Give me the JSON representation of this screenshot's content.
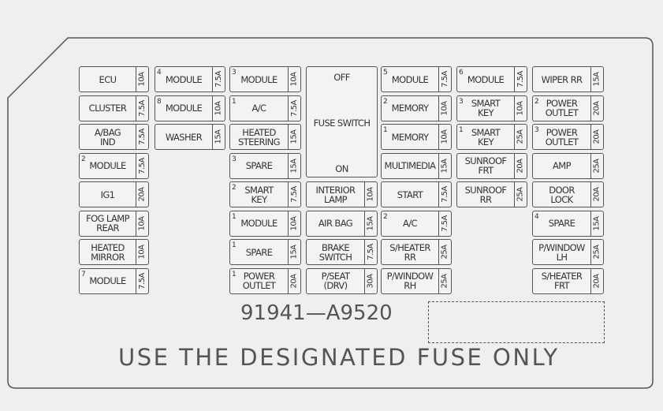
{
  "fuse_switch": {
    "off": "OFF",
    "title": "FUSE SWITCH",
    "on": "ON"
  },
  "fuses": [
    {
      "col": 0,
      "row": 0,
      "sup": "",
      "lines": [
        "ECU"
      ],
      "rating": "10A"
    },
    {
      "col": 0,
      "row": 1,
      "sup": "",
      "lines": [
        "CLUSTER"
      ],
      "rating": "7.5A"
    },
    {
      "col": 0,
      "row": 2,
      "sup": "",
      "lines": [
        "A/BAG",
        "IND"
      ],
      "rating": "7.5A"
    },
    {
      "col": 0,
      "row": 3,
      "sup": "2",
      "lines": [
        "MODULE"
      ],
      "rating": "7.5A"
    },
    {
      "col": 0,
      "row": 4,
      "sup": "",
      "lines": [
        "IG1"
      ],
      "rating": "20A"
    },
    {
      "col": 0,
      "row": 5,
      "sup": "",
      "lines": [
        "FOG LAMP",
        "REAR"
      ],
      "rating": "10A"
    },
    {
      "col": 0,
      "row": 6,
      "sup": "",
      "lines": [
        "HEATED",
        "MIRROR"
      ],
      "rating": "10A"
    },
    {
      "col": 0,
      "row": 7,
      "sup": "7",
      "lines": [
        "MODULE"
      ],
      "rating": "7.5A"
    },
    {
      "col": 1,
      "row": 0,
      "sup": "4",
      "lines": [
        "MODULE"
      ],
      "rating": "7.5A"
    },
    {
      "col": 1,
      "row": 1,
      "sup": "8",
      "lines": [
        "MODULE"
      ],
      "rating": "10A"
    },
    {
      "col": 1,
      "row": 2,
      "sup": "",
      "lines": [
        "WASHER"
      ],
      "rating": "15A"
    },
    {
      "col": 2,
      "row": 0,
      "sup": "3",
      "lines": [
        "MODULE"
      ],
      "rating": "10A"
    },
    {
      "col": 2,
      "row": 1,
      "sup": "1",
      "lines": [
        "A/C"
      ],
      "rating": "7.5A"
    },
    {
      "col": 2,
      "row": 2,
      "sup": "",
      "lines": [
        "HEATED",
        "STEERING"
      ],
      "rating": "15A"
    },
    {
      "col": 2,
      "row": 3,
      "sup": "3",
      "lines": [
        "SPARE"
      ],
      "rating": "15A"
    },
    {
      "col": 2,
      "row": 4,
      "sup": "2",
      "lines": [
        "SMART",
        "KEY"
      ],
      "rating": "7.5A"
    },
    {
      "col": 2,
      "row": 5,
      "sup": "1",
      "lines": [
        "MODULE"
      ],
      "rating": "10A"
    },
    {
      "col": 2,
      "row": 6,
      "sup": "1",
      "lines": [
        "SPARE"
      ],
      "rating": "15A"
    },
    {
      "col": 2,
      "row": 7,
      "sup": "1",
      "lines": [
        "POWER",
        "OUTLET"
      ],
      "rating": "20A"
    },
    {
      "col": 3,
      "row": 4,
      "sup": "",
      "lines": [
        "INTERIOR",
        "LAMP"
      ],
      "rating": "10A"
    },
    {
      "col": 3,
      "row": 5,
      "sup": "",
      "lines": [
        "AIR BAG"
      ],
      "rating": "15A"
    },
    {
      "col": 3,
      "row": 6,
      "sup": "",
      "lines": [
        "BRAKE",
        "SWITCH"
      ],
      "rating": "7.5A"
    },
    {
      "col": 3,
      "row": 7,
      "sup": "",
      "lines": [
        "P/SEAT",
        "(DRV)"
      ],
      "rating": "30A"
    },
    {
      "col": 4,
      "row": 0,
      "sup": "5",
      "lines": [
        "MODULE"
      ],
      "rating": "7.5A"
    },
    {
      "col": 4,
      "row": 1,
      "sup": "2",
      "lines": [
        "MEMORY"
      ],
      "rating": "10A"
    },
    {
      "col": 4,
      "row": 2,
      "sup": "1",
      "lines": [
        "MEMORY"
      ],
      "rating": "10A"
    },
    {
      "col": 4,
      "row": 3,
      "sup": "",
      "lines": [
        "MULTIMEDIA"
      ],
      "rating": "15A"
    },
    {
      "col": 4,
      "row": 4,
      "sup": "",
      "lines": [
        "START"
      ],
      "rating": "7.5A"
    },
    {
      "col": 4,
      "row": 5,
      "sup": "2",
      "lines": [
        "A/C"
      ],
      "rating": "7.5A"
    },
    {
      "col": 4,
      "row": 6,
      "sup": "",
      "lines": [
        "S/HEATER",
        "RR"
      ],
      "rating": "25A"
    },
    {
      "col": 4,
      "row": 7,
      "sup": "",
      "lines": [
        "P/WINDOW",
        "RH"
      ],
      "rating": "25A"
    },
    {
      "col": 5,
      "row": 0,
      "sup": "6",
      "lines": [
        "MODULE"
      ],
      "rating": "7.5A"
    },
    {
      "col": 5,
      "row": 1,
      "sup": "3",
      "lines": [
        "SMART",
        "KEY"
      ],
      "rating": "10A"
    },
    {
      "col": 5,
      "row": 2,
      "sup": "1",
      "lines": [
        "SMART",
        "KEY"
      ],
      "rating": "25A"
    },
    {
      "col": 5,
      "row": 3,
      "sup": "",
      "lines": [
        "SUNROOF",
        "FRT"
      ],
      "rating": "20A"
    },
    {
      "col": 5,
      "row": 4,
      "sup": "",
      "lines": [
        "SUNROOF",
        "RR"
      ],
      "rating": "25A"
    },
    {
      "col": 6,
      "row": 0,
      "sup": "",
      "lines": [
        "WIPER RR"
      ],
      "rating": "15A"
    },
    {
      "col": 6,
      "row": 1,
      "sup": "2",
      "lines": [
        "POWER",
        "OUTLET"
      ],
      "rating": "20A"
    },
    {
      "col": 6,
      "row": 2,
      "sup": "3",
      "lines": [
        "POWER",
        "OUTLET"
      ],
      "rating": "20A"
    },
    {
      "col": 6,
      "row": 3,
      "sup": "",
      "lines": [
        "AMP"
      ],
      "rating": "25A"
    },
    {
      "col": 6,
      "row": 4,
      "sup": "",
      "lines": [
        "DOOR",
        "LOCK"
      ],
      "rating": "20A"
    },
    {
      "col": 6,
      "row": 5,
      "sup": "4",
      "lines": [
        "SPARE"
      ],
      "rating": "15A"
    },
    {
      "col": 6,
      "row": 6,
      "sup": "",
      "lines": [
        "P/WINDOW",
        "LH"
      ],
      "rating": "25A"
    },
    {
      "col": 6,
      "row": 7,
      "sup": "",
      "lines": [
        "S/HEATER",
        "FRT"
      ],
      "rating": "20A"
    }
  ],
  "part_number": "91941—A9520",
  "notice": "USE THE DESIGNATED FUSE ONLY"
}
